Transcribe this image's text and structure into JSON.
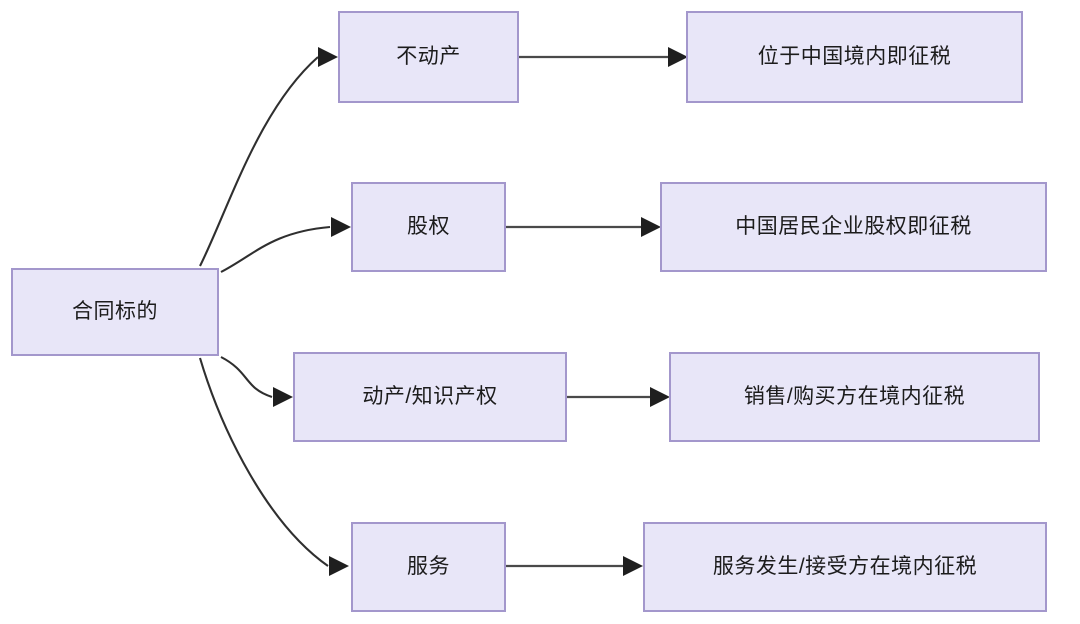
{
  "diagram": {
    "type": "flowchart",
    "orientation": "left-to-right",
    "background_color": "#ffffff",
    "node_fill_color": "#e8e6f8",
    "node_border_color": "#a397cc",
    "edge_color": "#2f2f2f",
    "text_color": "#1c1c1c",
    "root": {
      "id": "root",
      "label": "合同标的"
    },
    "branches": [
      {
        "id": "branch-1",
        "category_label": "不动产",
        "rule_label": "位于中国境内即征税"
      },
      {
        "id": "branch-2",
        "category_label": "股权",
        "rule_label": "中国居民企业股权即征税"
      },
      {
        "id": "branch-3",
        "category_label": "动产/知识产权",
        "rule_label": "销售/购买方在境内征税"
      },
      {
        "id": "branch-4",
        "category_label": "服务",
        "rule_label": "服务发生/接受方在境内征税"
      }
    ]
  }
}
